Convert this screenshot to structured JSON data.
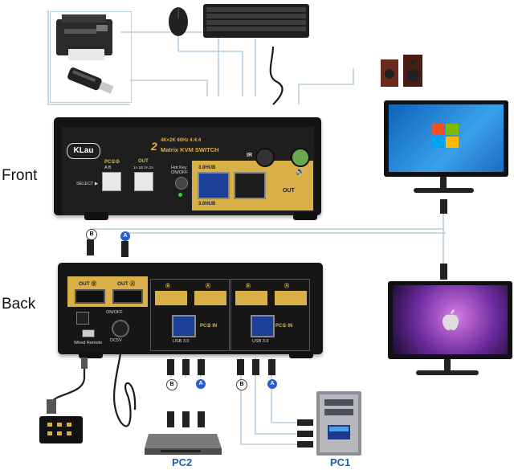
{
  "labels": {
    "front": "Front",
    "back": "Back",
    "pc2": "PC2",
    "pc1": "PC1"
  },
  "front_panel": {
    "brand": "KLau",
    "spec_line": "4K×2K 60Hz 4:4:4",
    "title": "Matrix KVM SWITCH",
    "pc_label": "PC①②",
    "pc_sub": "A  B",
    "out_label": "OUT",
    "out_sub": "1A 1B 2A 2A",
    "select_label": "SELECT ▶",
    "hotkey_label": "Hot Key",
    "onoff_label": "ON/OFF",
    "usb_top": "3.0HUB",
    "usb_bottom": "3.0HUB",
    "ir_label": "IR",
    "audio_out": "OUT"
  },
  "back_panel": {
    "out_b": "OUT Ⓑ",
    "out_a": "OUT Ⓐ",
    "onoff": "ON/OFF",
    "wired_remote": "Wired Remote",
    "dc5v": "DC5V",
    "pc2_in": "PC② IN",
    "pc1_in": "PC① IN",
    "usb30_left": "USB 3.0",
    "usb30_right": "USB 3.0",
    "port_b": "Ⓑ",
    "port_a": "Ⓐ"
  },
  "cable_markers": {
    "b": "B",
    "a": "A"
  },
  "colors": {
    "gold": "#d9b048",
    "cable": "#bcd0dd",
    "marker_a": "#2a5bd7",
    "marker_b": "#444444"
  }
}
